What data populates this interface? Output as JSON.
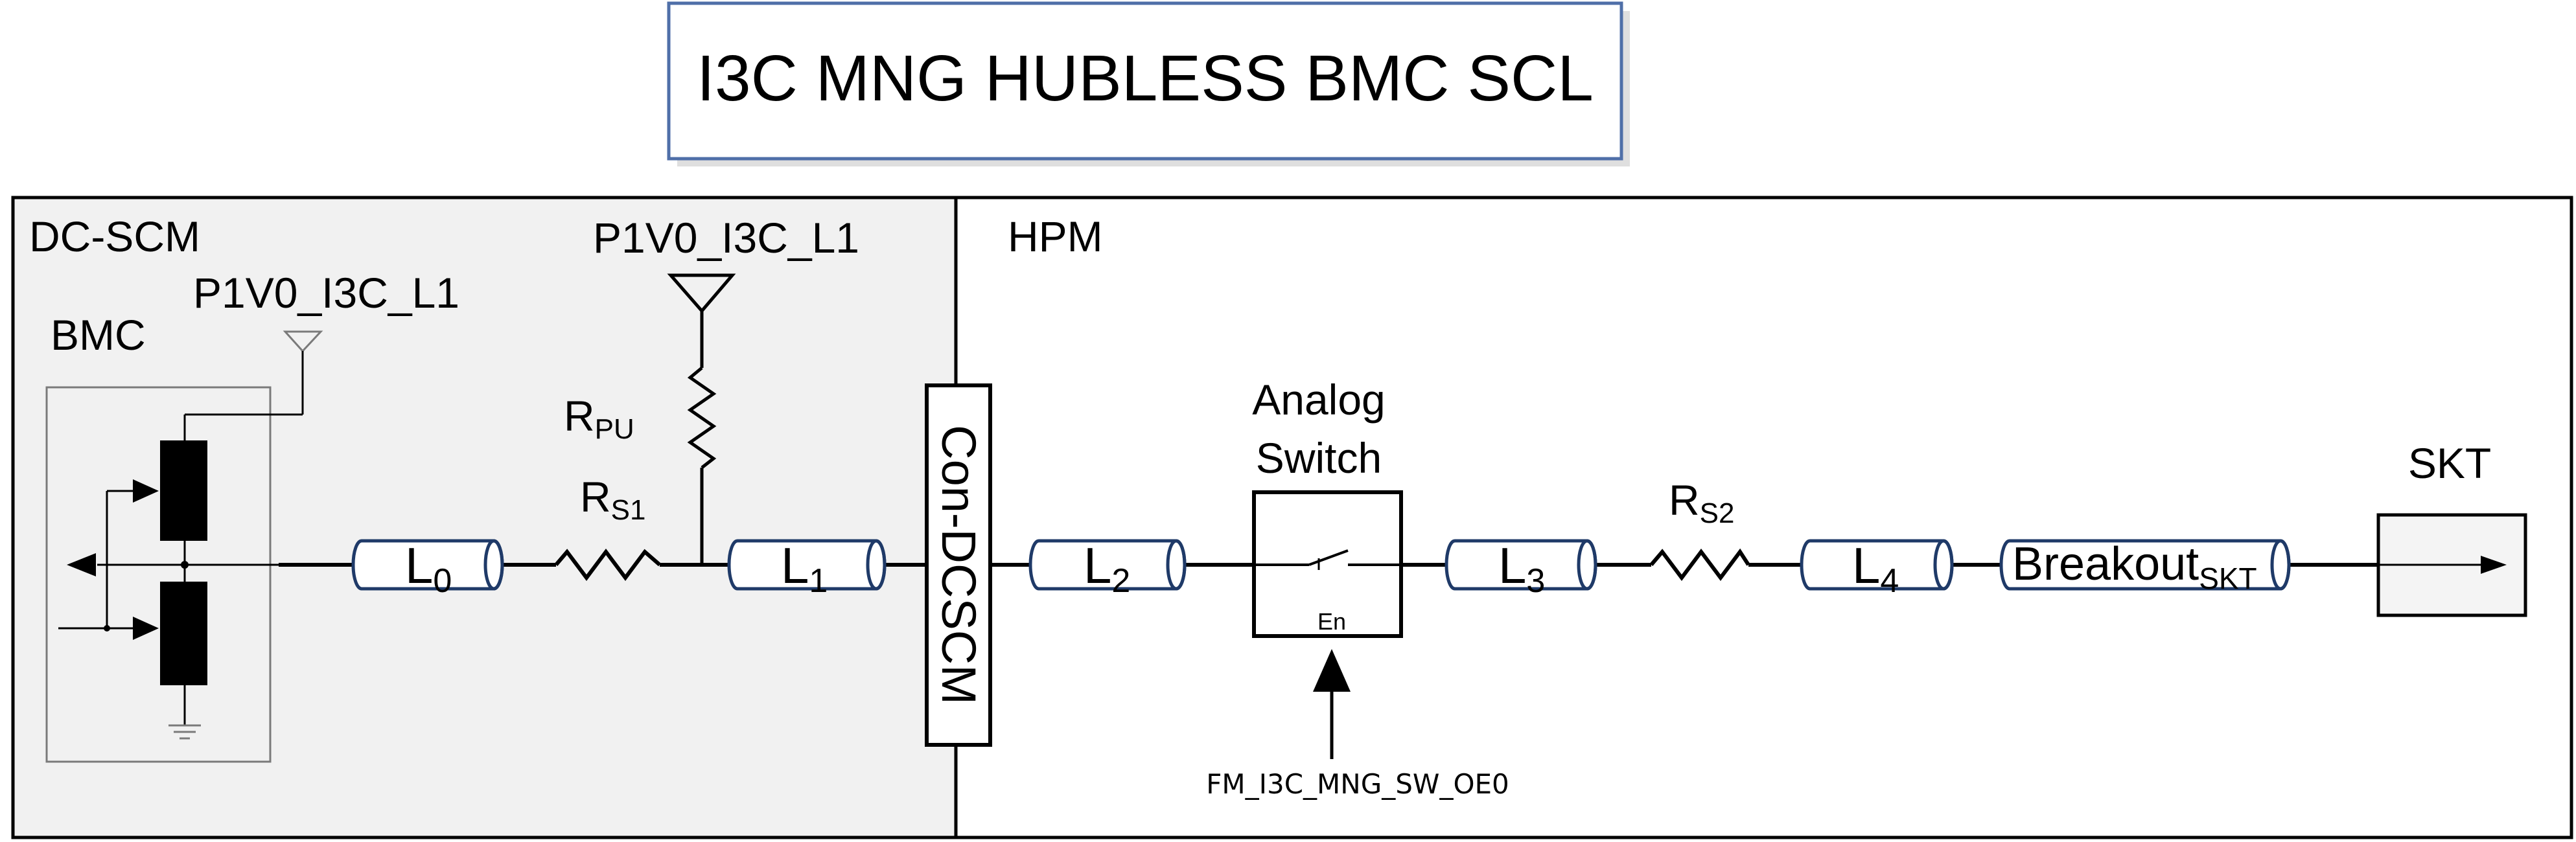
{
  "title": "I3C MNG HUBLESS BMC SCL",
  "regions": {
    "dcscm": "DC-SCM",
    "hpm": "HPM"
  },
  "bmc": {
    "label": "BMC",
    "supply": "P1V0_I3C_L1"
  },
  "pullup": {
    "supply": "P1V0_I3C_L1",
    "resistor_main": "R",
    "resistor_sub": "PU"
  },
  "resistors": {
    "rs1_main": "R",
    "rs1_sub": "S1",
    "rs2_main": "R",
    "rs2_sub": "S2"
  },
  "lines": {
    "l0_main": "L",
    "l0_sub": "0",
    "l1_main": "L",
    "l1_sub": "1",
    "l2_main": "L",
    "l2_sub": "2",
    "l3_main": "L",
    "l3_sub": "3",
    "l4_main": "L",
    "l4_sub": "4",
    "breakout_main": "Breakout",
    "breakout_sub": "SKT"
  },
  "connector": "Con-DCSCM",
  "analog_switch": {
    "line1": "Analog",
    "line2": "Switch",
    "enable": "En",
    "control_signal": "FM_I3C_MNG_SW_OE0"
  },
  "socket": "SKT",
  "colors": {
    "title_border": "#4f6fa8",
    "tline_stroke": "#1f3a68",
    "dcscm_fill": "#f1f1f1",
    "line": "#000000"
  }
}
